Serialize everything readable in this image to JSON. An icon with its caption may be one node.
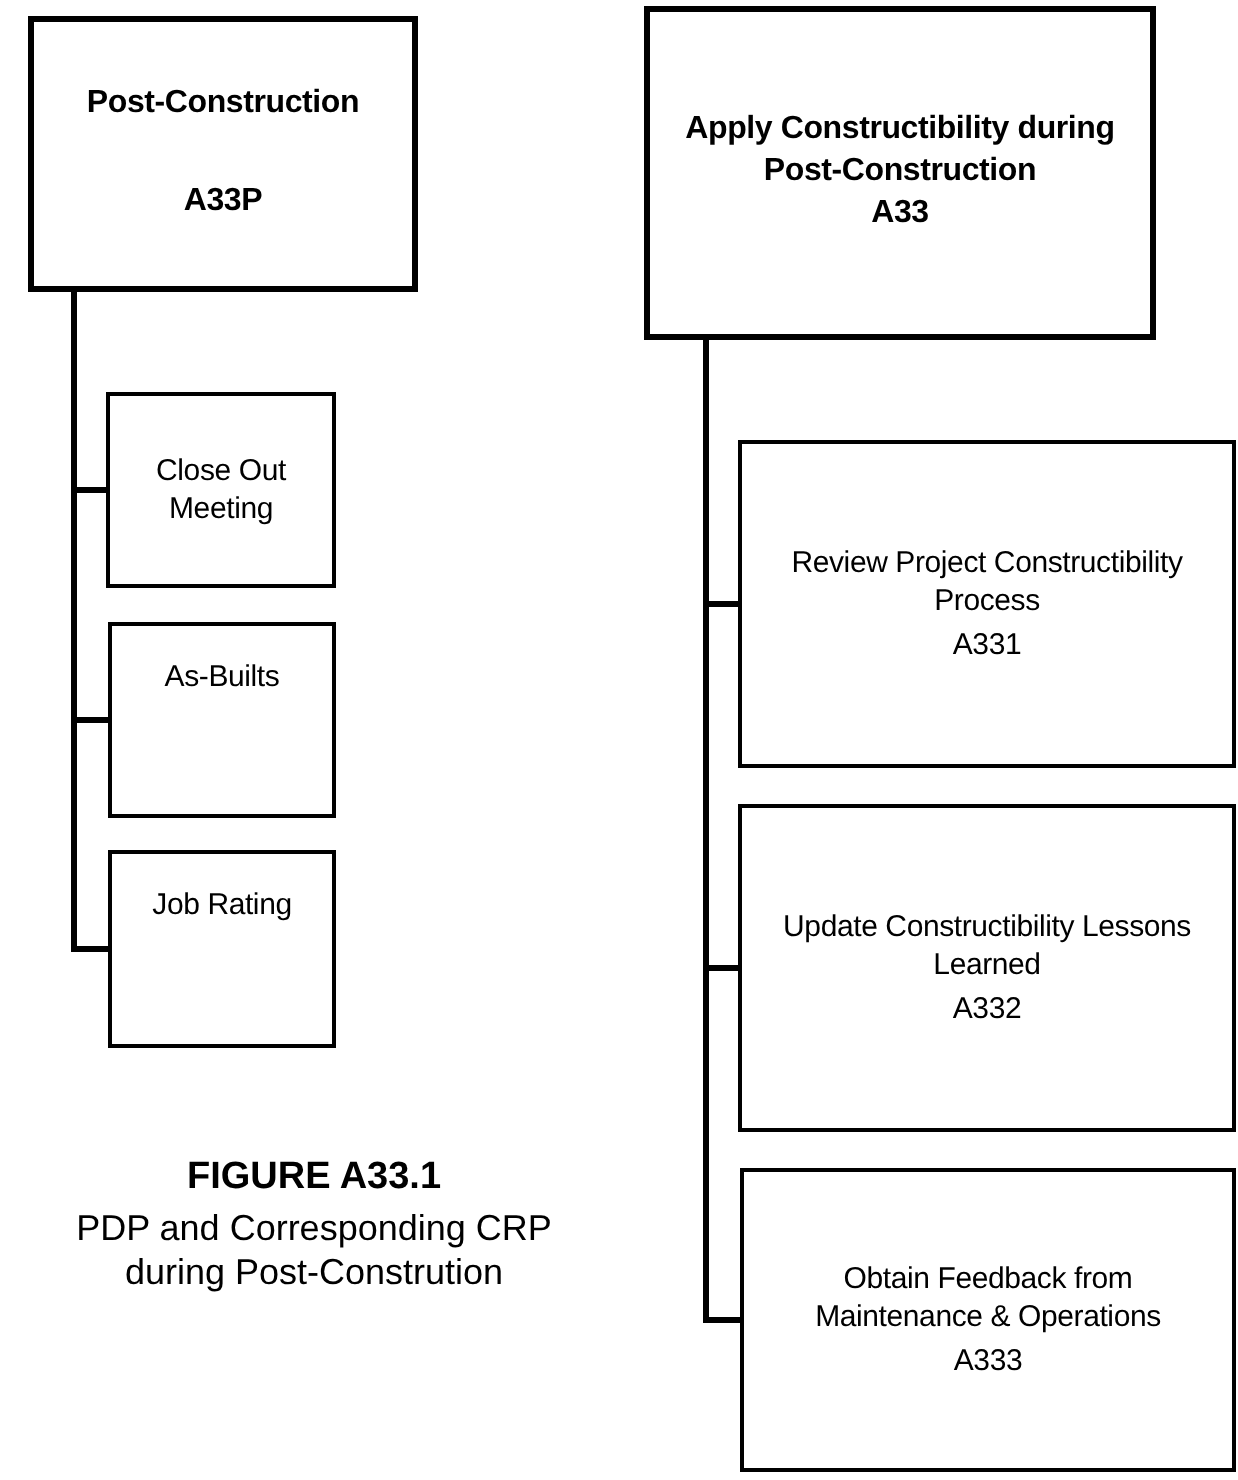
{
  "diagram": {
    "title": "FIGURE A33.1",
    "caption": "PDP and Corresponding CRP during Post-Constrution",
    "nodes": [
      {
        "text": [
          "Post-Construction",
          "A33P"
        ]
      },
      {
        "text": [
          "Close Out Meeting"
        ]
      },
      {
        "text": [
          "As-Builts"
        ]
      },
      {
        "text": [
          "Job Rating"
        ]
      },
      {
        "text": [
          "Apply Constructibility during Post-Construction",
          "A33"
        ]
      },
      {
        "text": [
          "Review Project Constructibility Process",
          "A331"
        ]
      },
      {
        "text": [
          "Update Constructibility Lessons Learned",
          "A332"
        ]
      },
      {
        "text": [
          "Obtain Feedback from Maintenance & Operations",
          "A333"
        ]
      }
    ],
    "edges": [
      {
        "from": 0,
        "to": 1,
        "arrow": "none"
      },
      {
        "from": 0,
        "to": 2,
        "arrow": "none"
      },
      {
        "from": 0,
        "to": 3,
        "arrow": "none"
      },
      {
        "from": 4,
        "to": 5,
        "arrow": "none"
      },
      {
        "from": 4,
        "to": 6,
        "arrow": "none"
      },
      {
        "from": 4,
        "to": 7,
        "arrow": "none"
      }
    ]
  }
}
